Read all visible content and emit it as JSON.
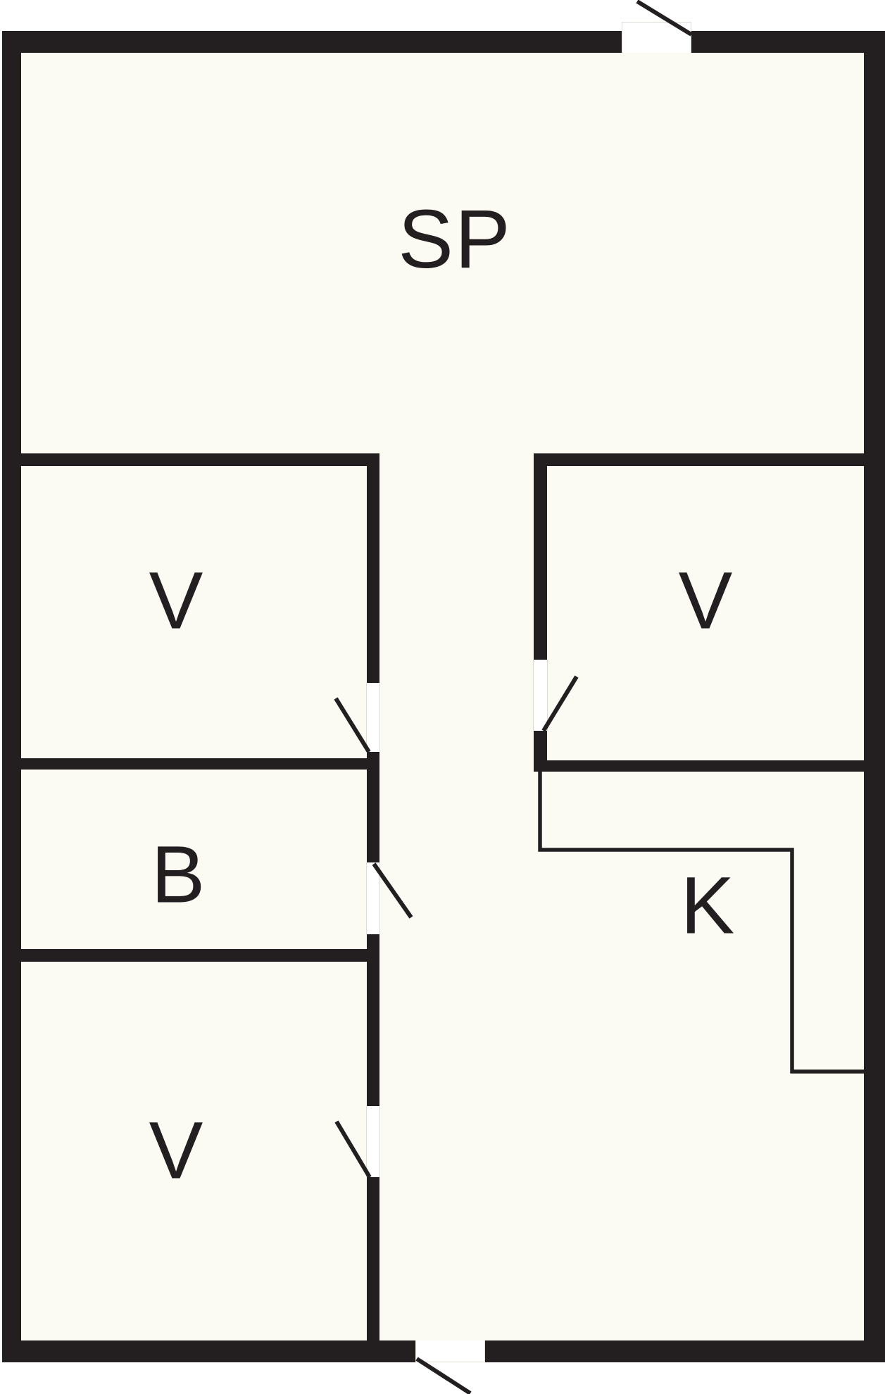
{
  "diagram": {
    "type": "floor-plan",
    "colors": {
      "background": "#ffffff",
      "floor_fill": "#fbfbf4",
      "wall": "#231f20",
      "door_panel": "#ffffff"
    },
    "rooms": {
      "sp": {
        "label": "SP"
      },
      "v_top_left": {
        "label": "V"
      },
      "v_right": {
        "label": "V"
      },
      "b": {
        "label": "B"
      },
      "v_bottom_left": {
        "label": "V"
      },
      "k": {
        "label": "K"
      }
    },
    "doors": [
      {
        "name": "door-top-wall",
        "location": "top exterior wall, swing opens outward up-right"
      },
      {
        "name": "door-v-top-left",
        "location": "corridor wall of upper-left V room"
      },
      {
        "name": "door-b",
        "location": "corridor wall of B room"
      },
      {
        "name": "door-v-bottom-left",
        "location": "corridor wall of lower-left V room"
      },
      {
        "name": "door-v-right",
        "location": "left wall of right V room, swing opens into room"
      },
      {
        "name": "door-bottom-wall",
        "location": "bottom exterior wall, swing opens outward down-right"
      }
    ]
  }
}
